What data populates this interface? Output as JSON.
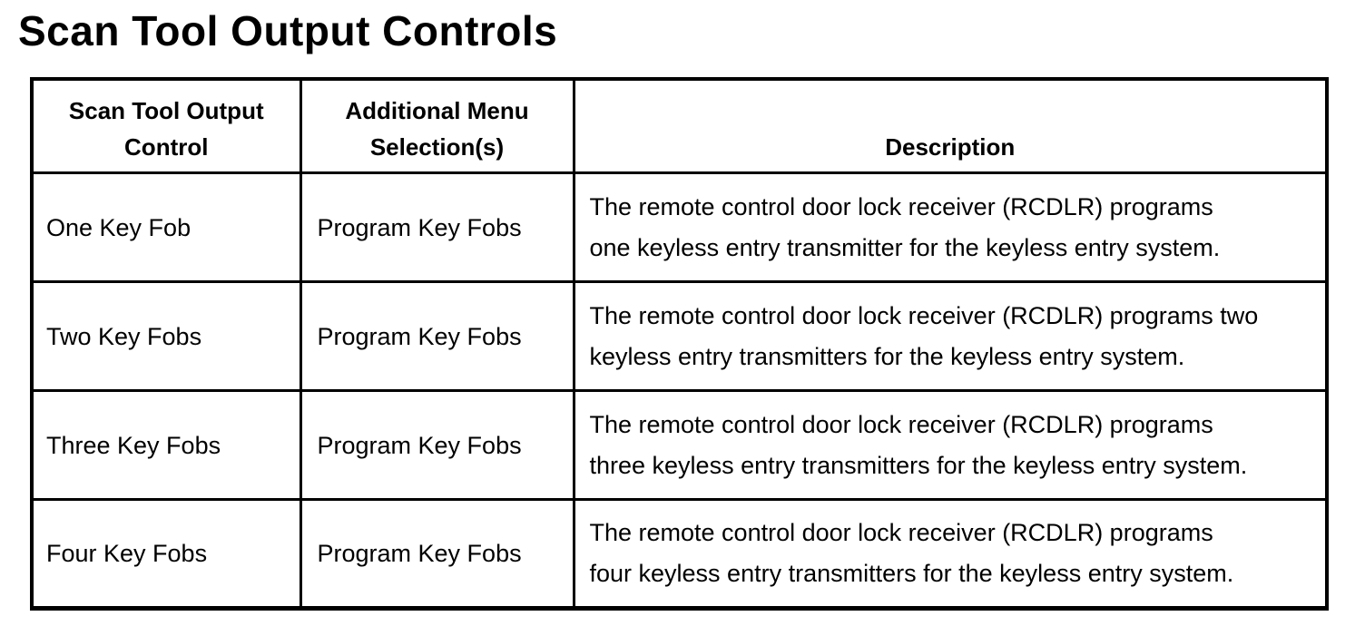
{
  "page": {
    "title": "Scan Tool Output Controls"
  },
  "table": {
    "columns": [
      {
        "label": "Scan Tool Output\nControl"
      },
      {
        "label": "Additional Menu\nSelection(s)"
      },
      {
        "label": "Description"
      }
    ],
    "rows": [
      {
        "control": "One Key Fob",
        "menu": "Program Key Fobs",
        "description": "The remote control door lock receiver (RCDLR) programs\none keyless entry transmitter for the keyless entry system."
      },
      {
        "control": "Two Key Fobs",
        "menu": "Program Key Fobs",
        "description": "The remote control door lock receiver (RCDLR) programs two\nkeyless entry transmitters for the keyless entry system."
      },
      {
        "control": "Three Key Fobs",
        "menu": "Program Key Fobs",
        "description": "The remote control door lock receiver (RCDLR) programs\nthree keyless entry transmitters for the keyless entry system."
      },
      {
        "control": "Four Key Fobs",
        "menu": "Program Key Fobs",
        "description": "The remote control door lock receiver (RCDLR) programs\nfour keyless entry transmitters for the keyless entry system."
      }
    ],
    "colors": {
      "text": "#000000",
      "border": "#000000",
      "background": "#ffffff"
    }
  }
}
